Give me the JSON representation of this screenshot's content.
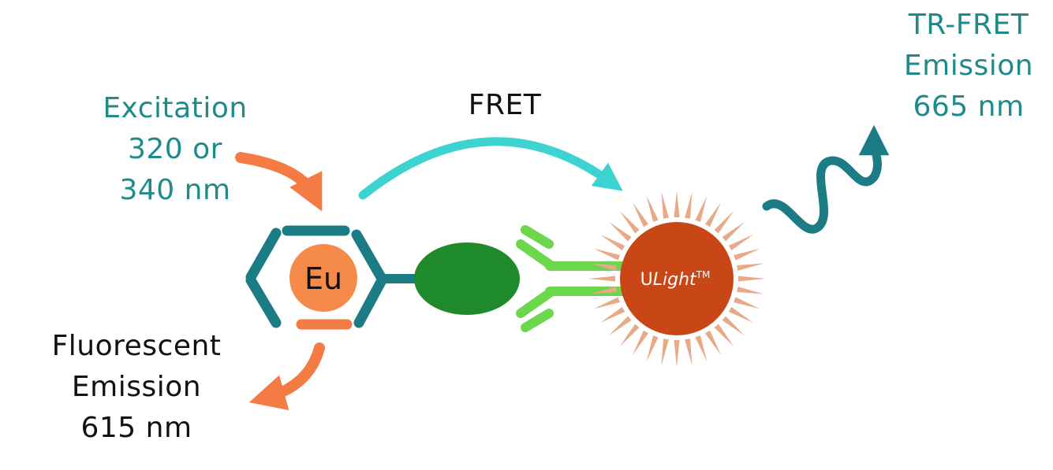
{
  "excitation": {
    "lines": [
      "Excitation",
      "320 or",
      "340 nm"
    ],
    "color": "#1f8a8a"
  },
  "fret": {
    "label": "FRET",
    "color": "#3dd3d0"
  },
  "tr_fret_emission": {
    "lines": [
      "TR-FRET",
      "Emission",
      "665 nm"
    ],
    "color": "#1f8a8a"
  },
  "fluorescent_emission": {
    "lines": [
      "Fluorescent",
      "Emission",
      "615 nm"
    ],
    "color": "#111111"
  },
  "donor": {
    "label": "Eu",
    "fill": "#f58a4a",
    "ring_color": "#1b7c85"
  },
  "antigen": {
    "fill": "#1f8a2c"
  },
  "antibody": {
    "color": "#6cd64c"
  },
  "acceptor": {
    "label_prefix": "U",
    "label_italic": "Light",
    "label_suffix": "TM",
    "fill": "#c94717",
    "ray_color": "#e8a988"
  },
  "arrow_colors": {
    "excitation": "#f47c44",
    "emission_615": "#f47c44",
    "emission_665": "#1b7c85"
  }
}
